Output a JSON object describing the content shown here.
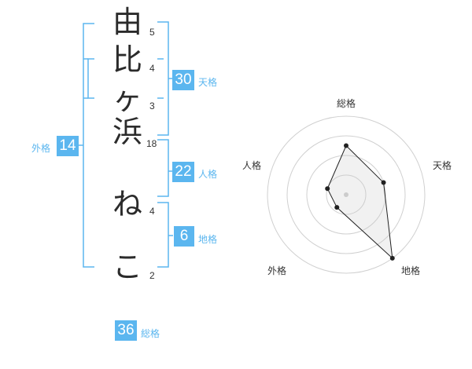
{
  "name": {
    "chars": [
      "由",
      "比",
      "ヶ",
      "浜",
      "ね",
      "こ"
    ],
    "strokes": [
      "5",
      "4",
      "3",
      "18",
      "4",
      "2"
    ]
  },
  "kakusu": {
    "tenkaku": {
      "value": "30",
      "label": "天格"
    },
    "jinkaku": {
      "value": "22",
      "label": "人格"
    },
    "chikaku": {
      "value": "6",
      "label": "地格"
    },
    "gaikaku": {
      "value": "14",
      "label": "外格"
    },
    "soukaku": {
      "value": "36",
      "label": "総格"
    }
  },
  "colors": {
    "accent": "#5bb6ef",
    "text": "#2b2b2b",
    "grid": "#d0d0d0",
    "polygon": "#222222"
  },
  "chart_data": {
    "type": "radar",
    "axes": [
      "総格",
      "天格",
      "地格",
      "外格",
      "人格"
    ],
    "rings": 4,
    "values": [
      2.5,
      2.0,
      4.0,
      0.8,
      1.0
    ],
    "max": 4,
    "grid": true
  }
}
